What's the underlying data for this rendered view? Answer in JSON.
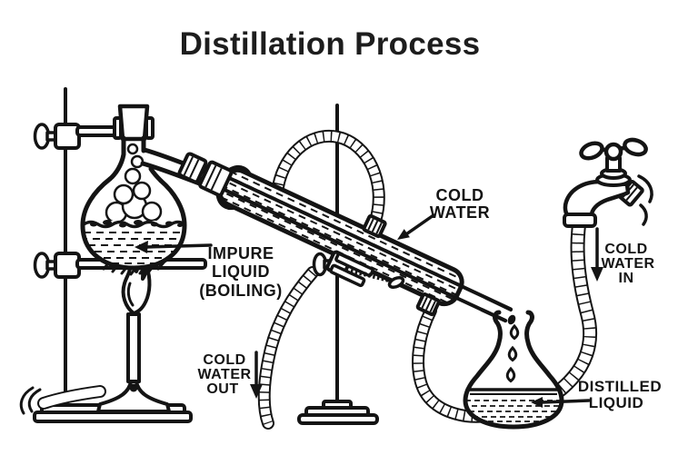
{
  "title": "Distillation Process",
  "colors": {
    "ink": "#141414",
    "background": "#ffffff"
  },
  "labels": {
    "impure_liquid": {
      "lines": [
        "IMPURE",
        "LIQUID",
        "(BOILING)"
      ]
    },
    "cold_water": {
      "lines": [
        "COLD",
        "WATER"
      ]
    },
    "cold_water_in": {
      "lines": [
        "COLD",
        "WATER",
        "IN"
      ]
    },
    "cold_water_out": {
      "lines": [
        "COLD",
        "WATER",
        "OUT"
      ]
    },
    "distilled_liquid": {
      "lines": [
        "DISTILLED",
        "LIQUID"
      ]
    }
  },
  "apparatus_parts": [
    "retort-stand",
    "clamp",
    "round-bottom-flask",
    "stopper",
    "boiling-liquid",
    "bunsen-burner",
    "flame",
    "condenser",
    "cooling-water-jacket",
    "support-stand",
    "rubber-hose",
    "water-tap",
    "collection-flask",
    "falling-drops",
    "distilled-liquid"
  ]
}
